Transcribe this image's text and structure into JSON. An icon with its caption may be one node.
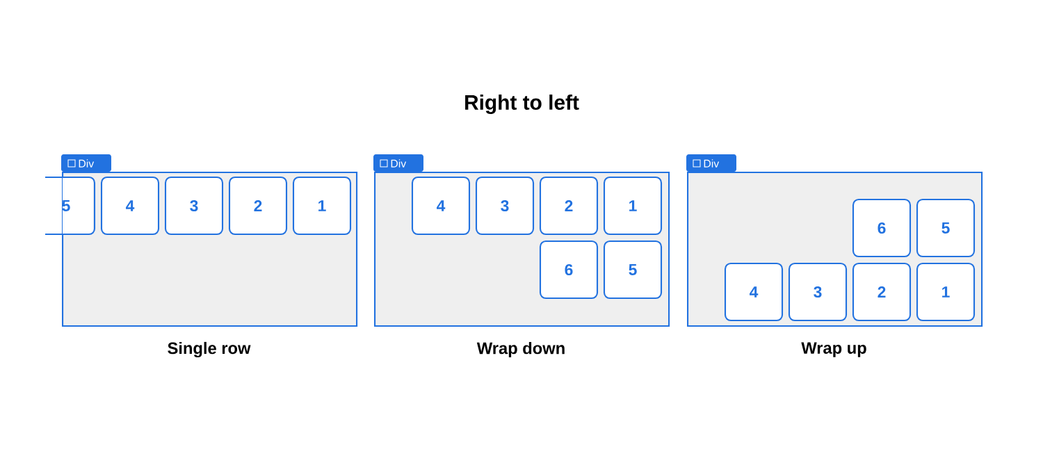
{
  "diagram": {
    "title": "Right to left",
    "nodes": [
      {
        "text": [
          "Div"
        ],
        "beside": [
          "Single row"
        ]
      },
      {
        "text": [
          "5"
        ],
        "in": 0
      },
      {
        "text": [
          "4"
        ],
        "in": 0
      },
      {
        "text": [
          "3"
        ],
        "in": 0
      },
      {
        "text": [
          "2"
        ],
        "in": 0
      },
      {
        "text": [
          "1"
        ],
        "in": 0
      },
      {
        "text": [
          "Div"
        ],
        "beside": [
          "Wrap down"
        ]
      },
      {
        "text": [
          "4"
        ],
        "in": 6
      },
      {
        "text": [
          "3"
        ],
        "in": 6
      },
      {
        "text": [
          "2"
        ],
        "in": 6
      },
      {
        "text": [
          "1"
        ],
        "in": 6
      },
      {
        "text": [
          "6"
        ],
        "in": 6
      },
      {
        "text": [
          "5"
        ],
        "in": 6
      },
      {
        "text": [
          "Div"
        ],
        "beside": [
          "Wrap up"
        ]
      },
      {
        "text": [
          "6"
        ],
        "in": 13
      },
      {
        "text": [
          "5"
        ],
        "in": 13
      },
      {
        "text": [
          "4"
        ],
        "in": 13
      },
      {
        "text": [
          "3"
        ],
        "in": 13
      },
      {
        "text": [
          "2"
        ],
        "in": 13
      },
      {
        "text": [
          "1"
        ],
        "in": 13
      }
    ]
  }
}
